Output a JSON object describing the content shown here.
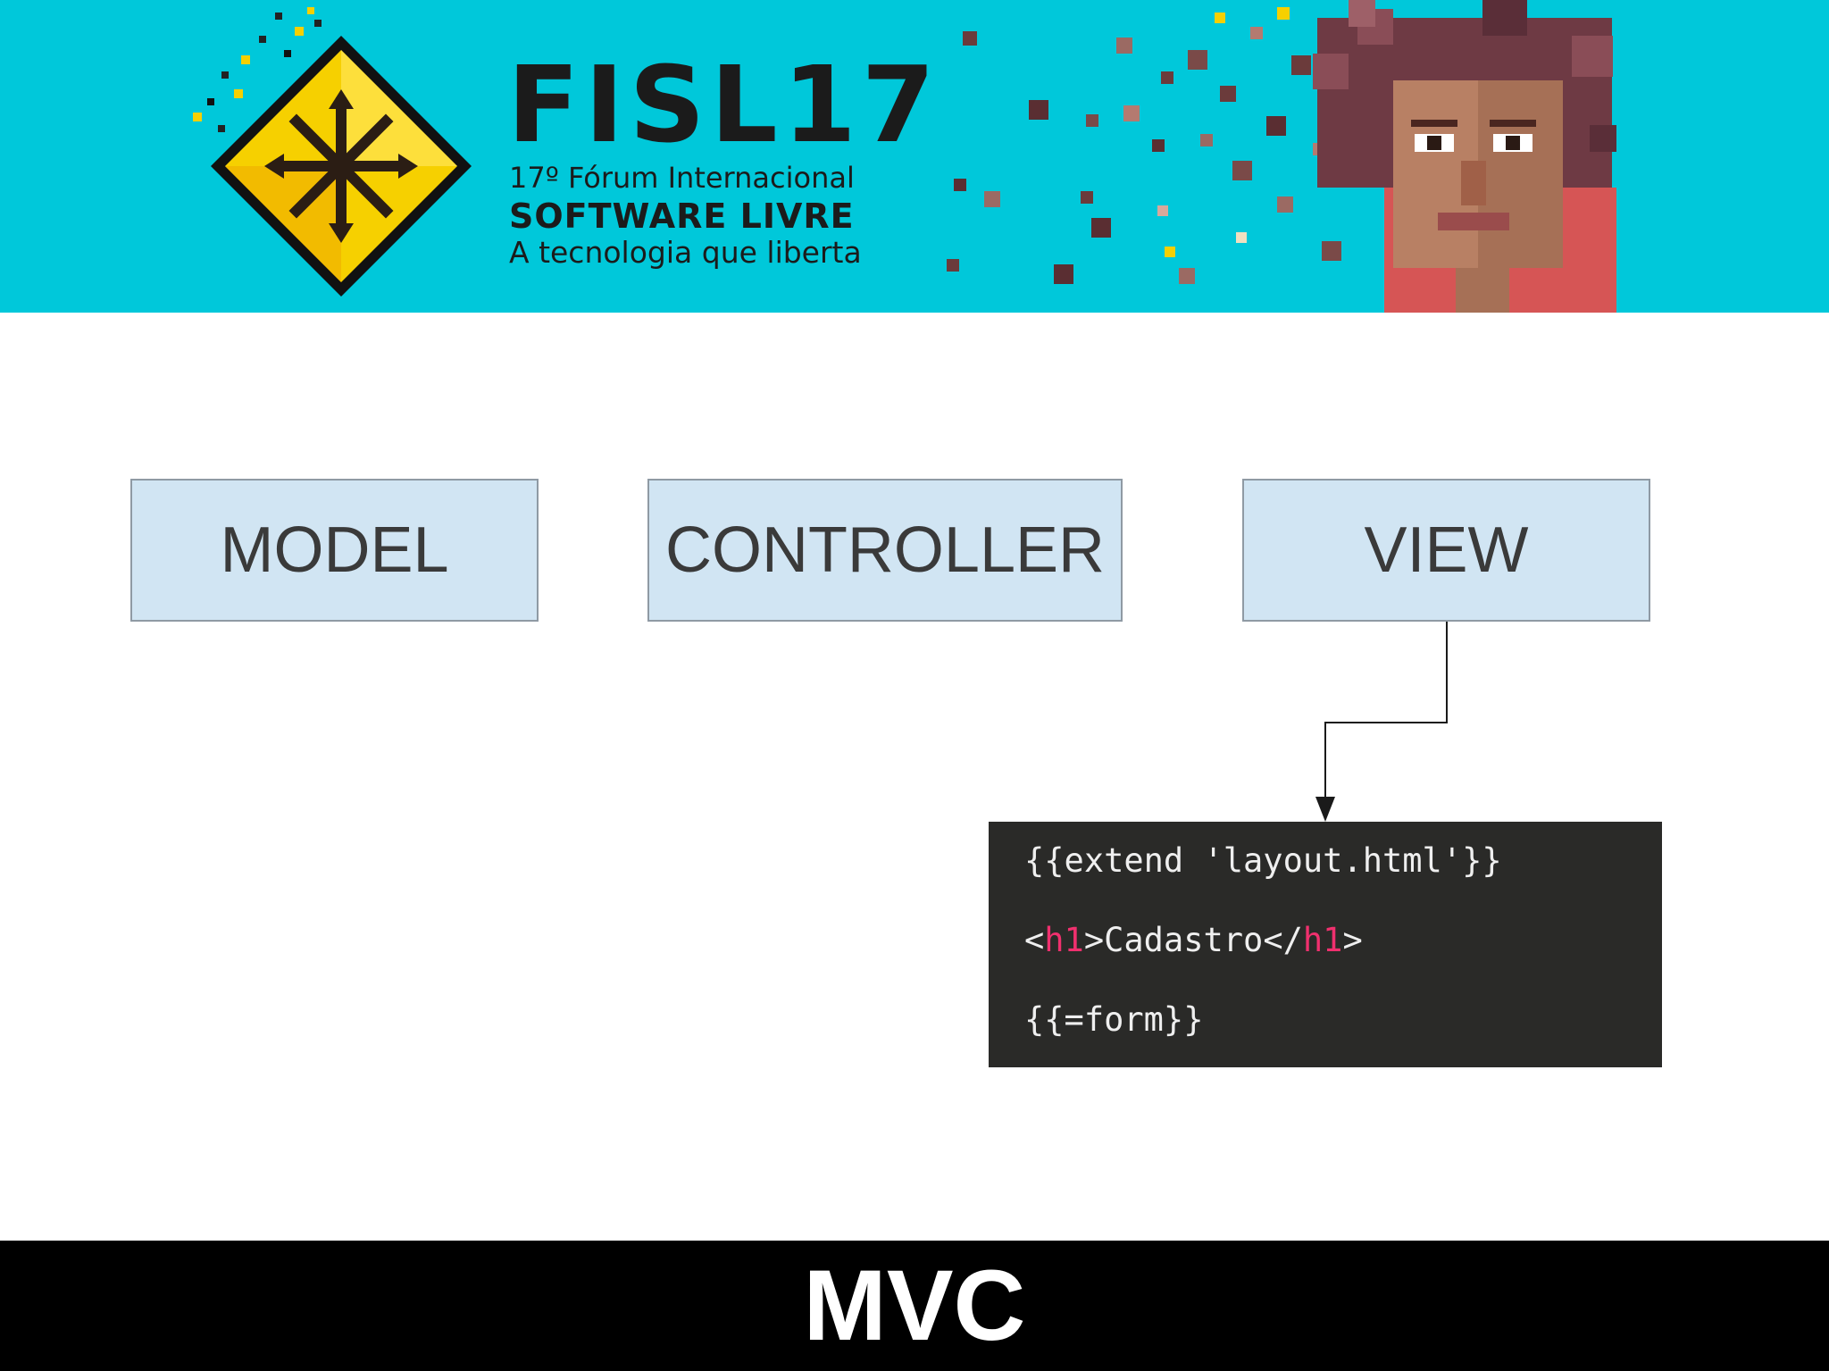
{
  "banner": {
    "brand": "FISL17",
    "line1": "17º Fórum Internacional",
    "line2": "SOFTWARE LIVRE",
    "line3": "A tecnologia que liberta"
  },
  "diagram": {
    "boxes": {
      "model": "MODEL",
      "controller": "CONTROLLER",
      "view": "VIEW"
    },
    "code": {
      "line1": "{{extend 'layout.html'}}",
      "line2": {
        "open_bracket": "<",
        "open_tag": "h1",
        "content": ">Cadastro</",
        "close_tag": "h1",
        "close_bracket": ">"
      },
      "line3": "{{=form}}"
    }
  },
  "footer": {
    "title": "MVC"
  },
  "colors": {
    "banner_bg": "#00c8da",
    "box_fill": "#d1e5f3",
    "code_bg": "#2a2a28",
    "code_tag": "#f0306e",
    "footer_bg": "#000000"
  }
}
